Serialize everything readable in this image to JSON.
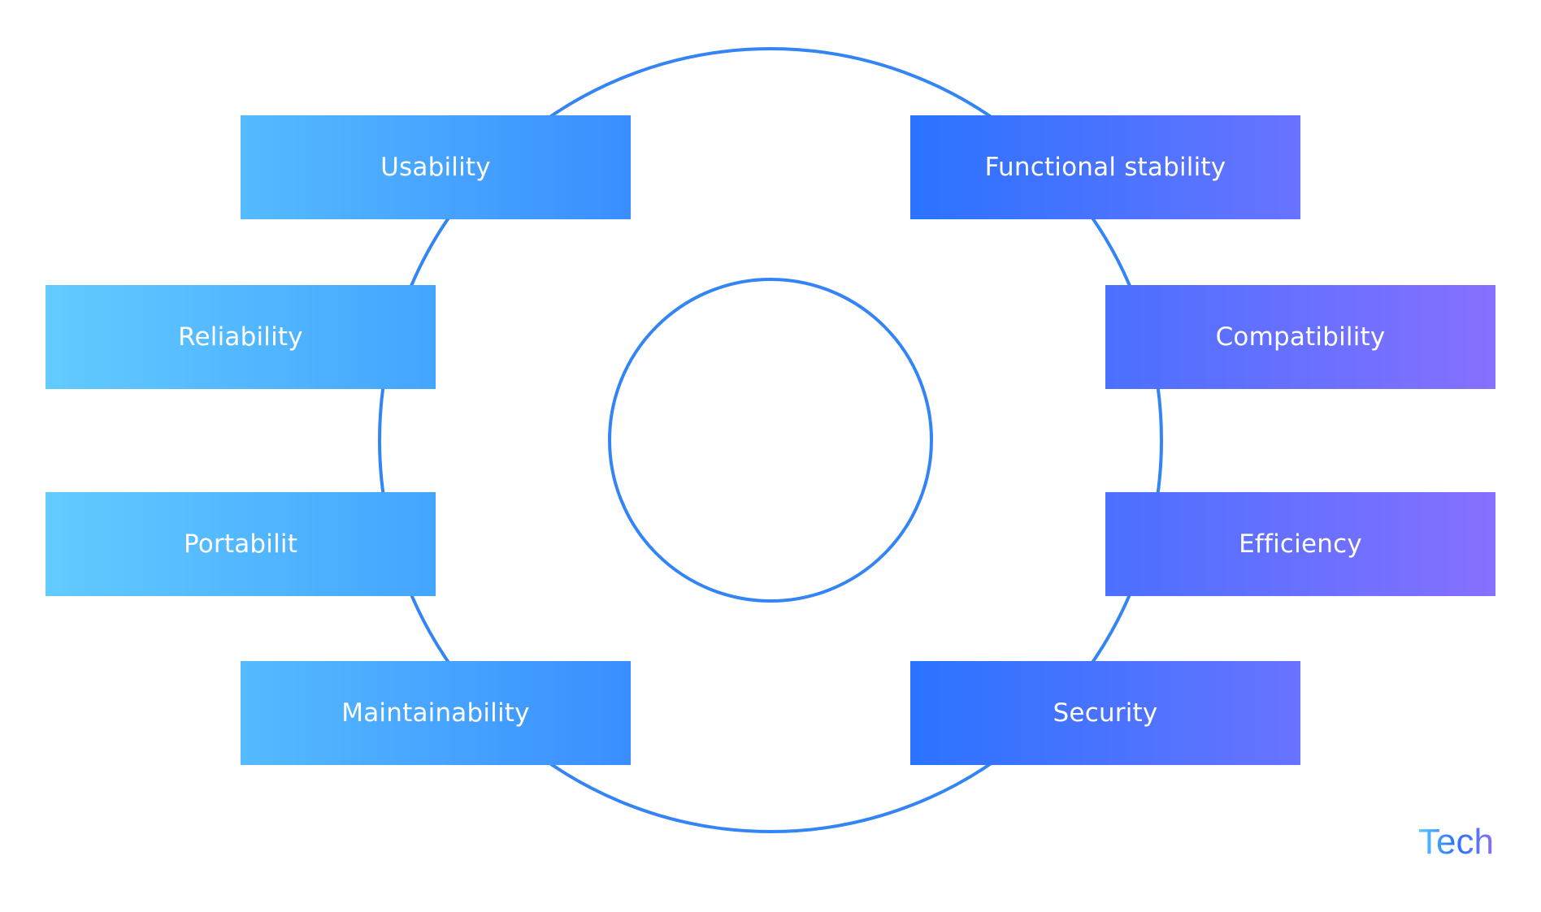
{
  "diagram": {
    "ring_color": "#3385f6",
    "left_items": [
      {
        "label": "Usability"
      },
      {
        "label": "Reliability"
      },
      {
        "label": "Portabilit"
      },
      {
        "label": "Maintainability"
      }
    ],
    "right_items": [
      {
        "label": "Functional stability"
      },
      {
        "label": "Compatibility"
      },
      {
        "label": "Efficiency"
      },
      {
        "label": "Security"
      }
    ]
  },
  "logo": {
    "text": "Tech"
  }
}
